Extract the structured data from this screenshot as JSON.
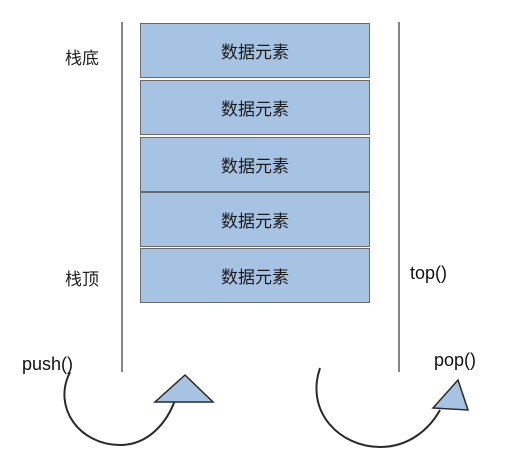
{
  "labels": {
    "bottom": "栈底",
    "top_label": "栈顶",
    "top_fn": "top()",
    "push_fn": "push()",
    "pop_fn": "pop()"
  },
  "elements": [
    "数据元素",
    "数据元素",
    "数据元素",
    "数据元素",
    "数据元素"
  ],
  "colors": {
    "cell_fill": "#a7c3e3",
    "cell_border": "#6b6b6b",
    "wall": "#5f5f5f",
    "arrow_head": "#a7c3e3",
    "arrow_line": "#2a2a2a"
  }
}
